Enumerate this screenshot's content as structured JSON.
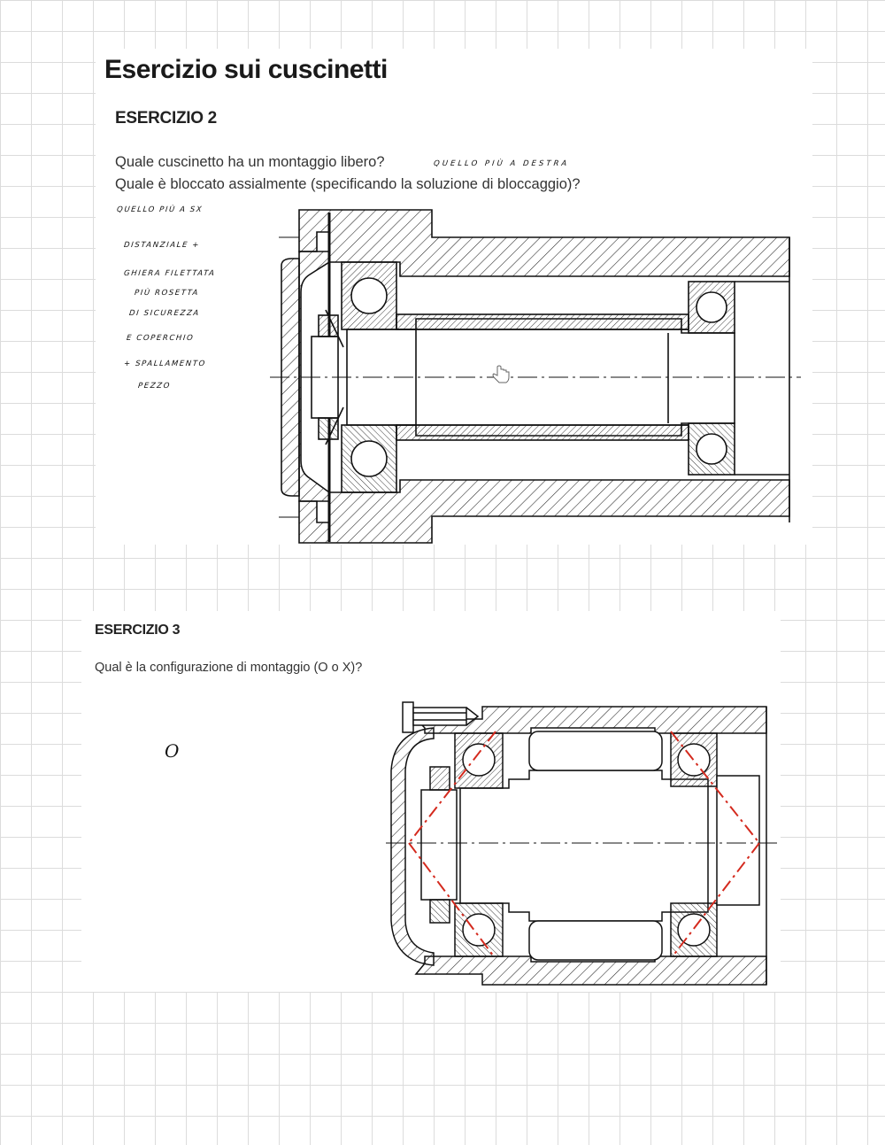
{
  "page": {
    "title": "Esercizio sui cuscinetti"
  },
  "ex2": {
    "heading": "ESERCIZIO 2",
    "question1": "Quale cuscinetto ha un montaggio libero?",
    "question2": "Quale è bloccato assialmente (specificando la soluzione di bloccaggio)?",
    "handwritten": {
      "answer1": "QUELLO PIÙ A DESTRA",
      "answer2_lines": [
        "QUELLO PIÙ A SX",
        "DISTANZIALE +",
        "GHIERA FILETTATA",
        "PIÙ ROSETTA",
        "DI SICUREZZA",
        "E COPERCHIO",
        "+ SPALLAMENTO",
        "PEZZO"
      ]
    }
  },
  "ex3": {
    "heading": "ESERCIZIO 3",
    "question": "Qual è la configurazione di montaggio (O o X)?",
    "handwritten_answer": "O"
  },
  "colors": {
    "ink": "#111111",
    "hatch": "#222222",
    "marker": "#d42a1e",
    "grid": "#dcdcdc"
  },
  "icons": {
    "cursor": "hand-pointer-icon"
  }
}
